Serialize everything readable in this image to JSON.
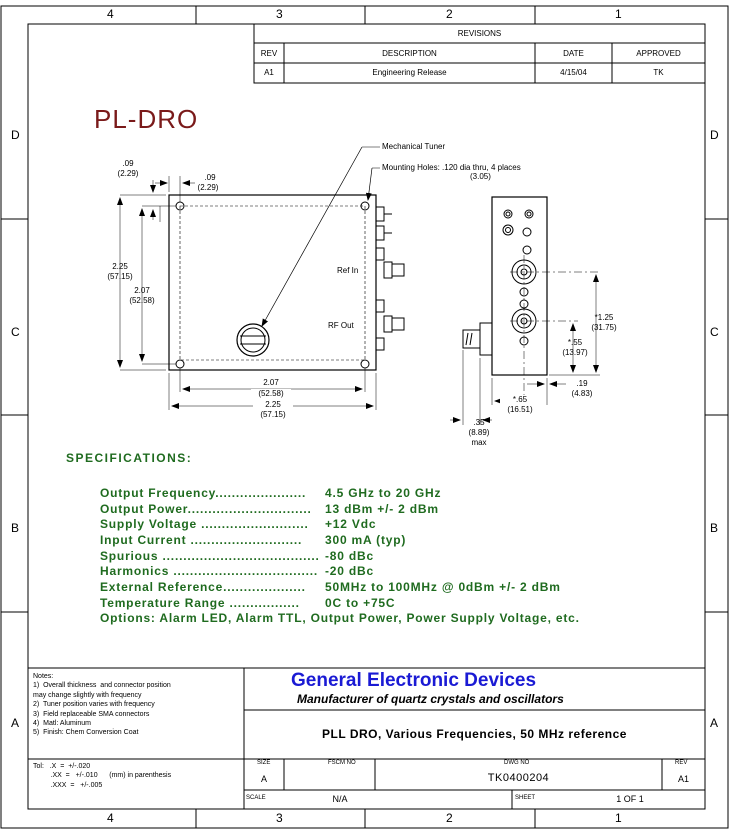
{
  "border": {
    "zone_numbers": [
      "4",
      "3",
      "2",
      "1"
    ],
    "zone_letters": [
      "D",
      "C",
      "B",
      "A"
    ]
  },
  "revisions": {
    "title": "REVISIONS",
    "headers": [
      "REV",
      "DESCRIPTION",
      "DATE",
      "APPROVED"
    ],
    "rows": [
      [
        "A1",
        "Engineering Release",
        "4/15/04",
        "TK"
      ]
    ]
  },
  "drawing": {
    "title": "PL-DRO",
    "callouts": {
      "mechanical_tuner": "Mechanical Tuner",
      "mounting_holes": "Mounting Holes: .120 dia thru, 4 places",
      "mounting_holes_metric": "(3.05)",
      "ref_in": "Ref In",
      "rf_out": "RF Out"
    },
    "dims": {
      "left_offset": ".09",
      "left_offset_mm": "(2.29)",
      "top_offset": ".09",
      "top_offset_mm": "(2.29)",
      "height_outer": "2.25",
      "height_outer_mm": "(57.15)",
      "height_inner": "2.07",
      "height_inner_mm": "(52.58)",
      "width_inner": "2.07",
      "width_inner_mm": "(52.58)",
      "width_outer": "2.25",
      "width_outer_mm": "(57.15)",
      "side_h1": "*1.25",
      "side_h1_mm": "(31.75)",
      "side_h2": "*.55",
      "side_h2_mm": "(13.97)",
      "side_w": "*.65",
      "side_w_mm": "(16.51)",
      "side_base": ".19",
      "side_base_mm": "(4.83)",
      "tuner_depth": ".35",
      "tuner_depth_mm": "(8.89)",
      "tuner_depth_note": "max"
    }
  },
  "specifications": {
    "title": "SPECIFICATIONS:",
    "rows": [
      {
        "label": "Output Frequency......................",
        "value": "4.5 GHz to 20 GHz"
      },
      {
        "label": "Output Power..............................",
        "value": "13 dBm +/- 2 dBm"
      },
      {
        "label": "Supply Voltage ..........................",
        "value": "+12 Vdc"
      },
      {
        "label": "Input Current  ...........................",
        "value": "300 mA (typ)"
      },
      {
        "label": "Spurious ......................................",
        "value": "-80 dBc"
      },
      {
        "label": "Harmonics ...................................",
        "value": "-20 dBc"
      },
      {
        "label": "External Reference....................",
        "value": "50MHz to 100MHz @ 0dBm +/- 2 dBm"
      },
      {
        "label": "Temperature Range .................",
        "value": "0C to +75C"
      }
    ],
    "options": "Options:  Alarm LED, Alarm TTL, Output Power, Power Supply Voltage, etc."
  },
  "title_block": {
    "notes": "Notes:\n1)  Overall thickness  and connector position\nmay change slightly with frequency\n2)  Tuner position varies with frequency\n3)  Field replaceable SMA connectors\n4)  Matl: Aluminum\n5)  Finish: Chem Conversion Coat",
    "tolerance": "Tol:   .X  =  +/-.020\n         .XX  =   +/-.010      (mm) in parenthesis\n         .XXX  =   +/-.005",
    "company": "General Electronic Devices",
    "tagline": "Manufacturer of quartz crystals and oscillators",
    "description": "PLL DRO, Various Frequencies, 50 MHz reference",
    "size_label": "SIZE",
    "size_value": "A",
    "fscm_label": "FSCM NO",
    "dwg_label": "DWG NO",
    "dwg_value": "TK0400204",
    "rev_label": "REV",
    "rev_value": "A1",
    "scale_label": "SCALE",
    "scale_value": "N/A",
    "sheet_label": "SHEET",
    "sheet_value": "1 OF 1"
  }
}
